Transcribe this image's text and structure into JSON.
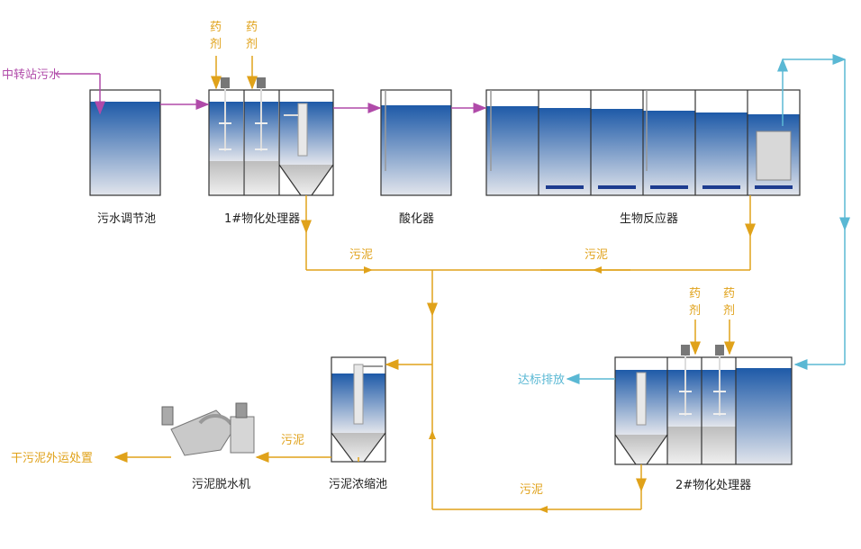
{
  "units": {
    "regulating_tank": "污水调节池",
    "physchem_1": "1#物化处理器",
    "acidifier": "酸化器",
    "bioreactor": "生物反应器",
    "physchem_2": "2#物化处理器",
    "thickener": "污泥浓缩池",
    "dewatering": "污泥脱水机"
  },
  "flows": {
    "inlet": "中转站污水",
    "discharge": "达标排放",
    "dry_sludge": "干污泥外运处置",
    "sludge": "污泥"
  },
  "chemicals": {
    "line1": "药",
    "line2": "剂"
  },
  "colors": {
    "sludge_line": "#e0a21a",
    "sewage_line": "#b04aa9",
    "clean_line": "#5ab8d4",
    "water_top": "#1e5aa8",
    "water_bottom": "#dfe3ea"
  }
}
